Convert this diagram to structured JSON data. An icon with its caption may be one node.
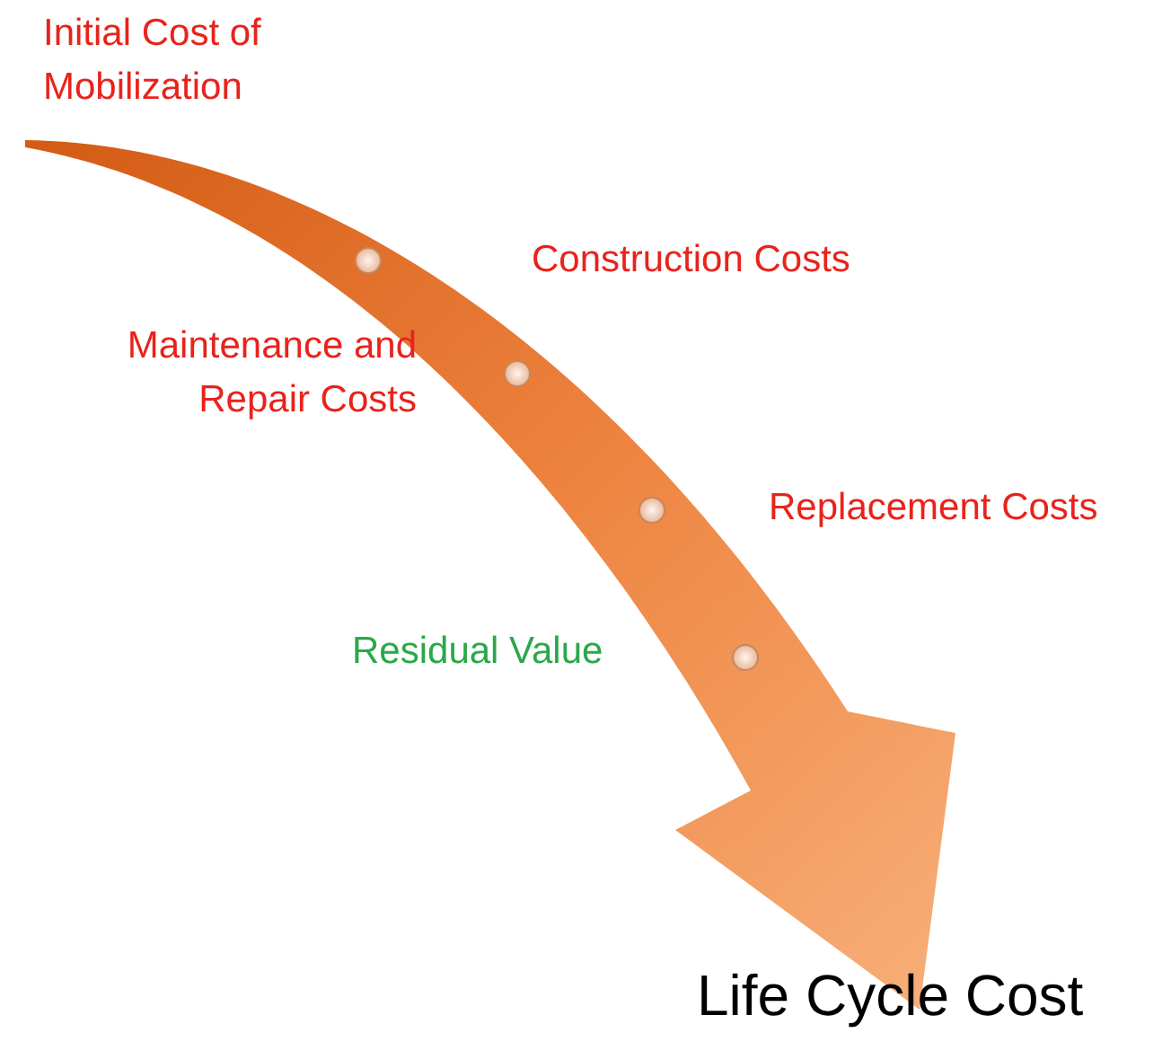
{
  "diagram": {
    "labels": [
      "Initial Cost of Mobilization",
      "Construction Costs",
      "Maintenance and Repair Costs",
      "Replacement Costs",
      "Residual Value",
      "Life Cycle Cost"
    ]
  }
}
